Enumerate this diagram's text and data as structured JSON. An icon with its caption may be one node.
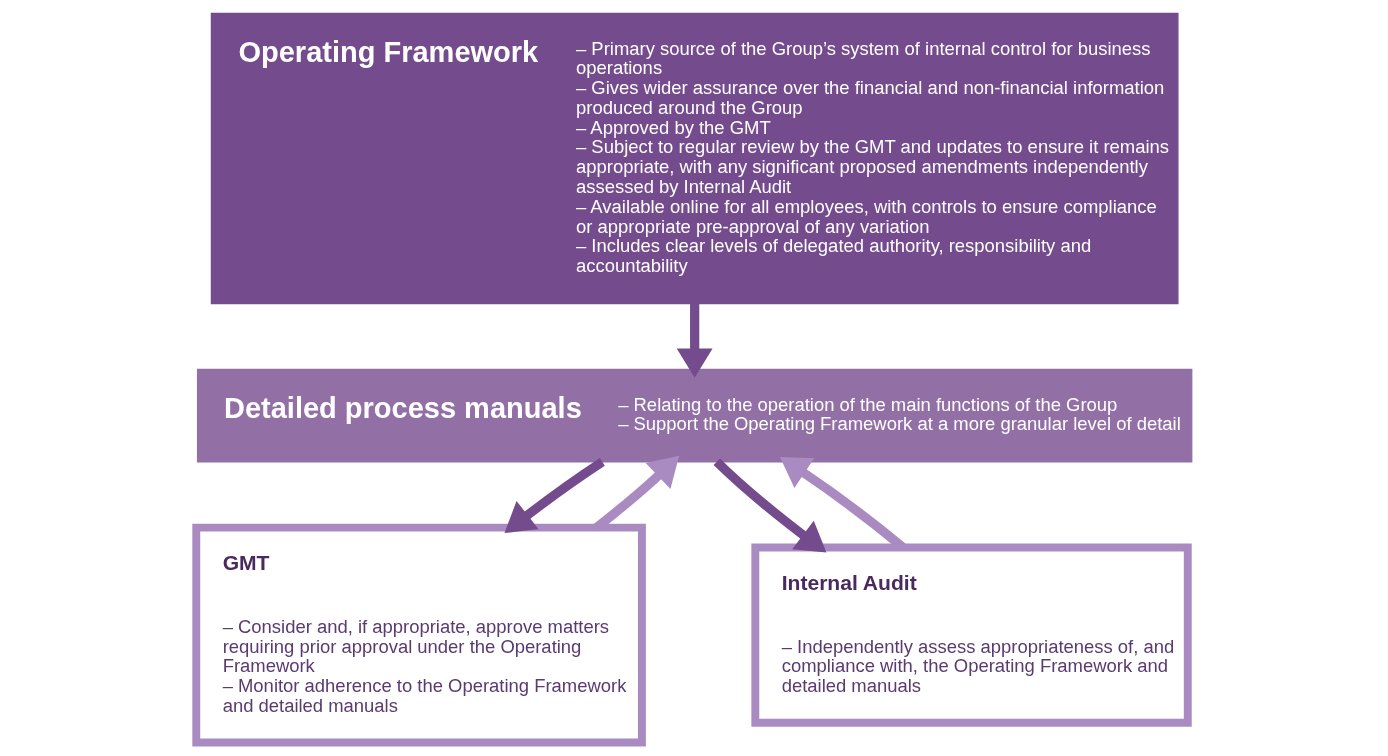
{
  "diagram": {
    "nodes": [
      {
        "text": [
          "Operating Framework",
          "– Primary source of the Group’s system of internal control for business operations",
          "– Gives wider assurance over the financial and non-financial information produced around the Group",
          "– Approved by the GMT",
          "– Subject to regular review by the GMT and updates to ensure it remains appropriate, with any significant proposed amendments independently assessed by Internal Audit",
          "– Available online for all employees, with controls to ensure compliance or appropriate pre-approval of any variation",
          "– Includes clear levels of delegated authority, responsibility and accountability"
        ]
      },
      {
        "text": [
          "Detailed process manuals",
          "– Relating to the operation of the main functions of the Group",
          "– Support the Operating Framework at a more granular level of detail"
        ]
      },
      {
        "text": [
          "GMT",
          "– Consider and, if appropriate, approve matters requiring prior approval under the Operating Framework",
          "– Monitor adherence to the Operating Framework and detailed manuals"
        ]
      },
      {
        "text": [
          "Internal Audit",
          "– Independently assess appropriateness of, and compliance with, the Operating Framework and detailed manuals"
        ]
      }
    ],
    "edges": [
      {
        "from": 0,
        "to": 1,
        "arrow": "to"
      },
      {
        "from": 2,
        "to": 1,
        "arrow": "to",
        "color": "#a98bc2"
      },
      {
        "from": 1,
        "to": 2,
        "arrow": "to"
      },
      {
        "from": 3,
        "to": 1,
        "arrow": "to",
        "color": "#a98bc2"
      },
      {
        "from": 1,
        "to": 3,
        "arrow": "to"
      }
    ]
  }
}
